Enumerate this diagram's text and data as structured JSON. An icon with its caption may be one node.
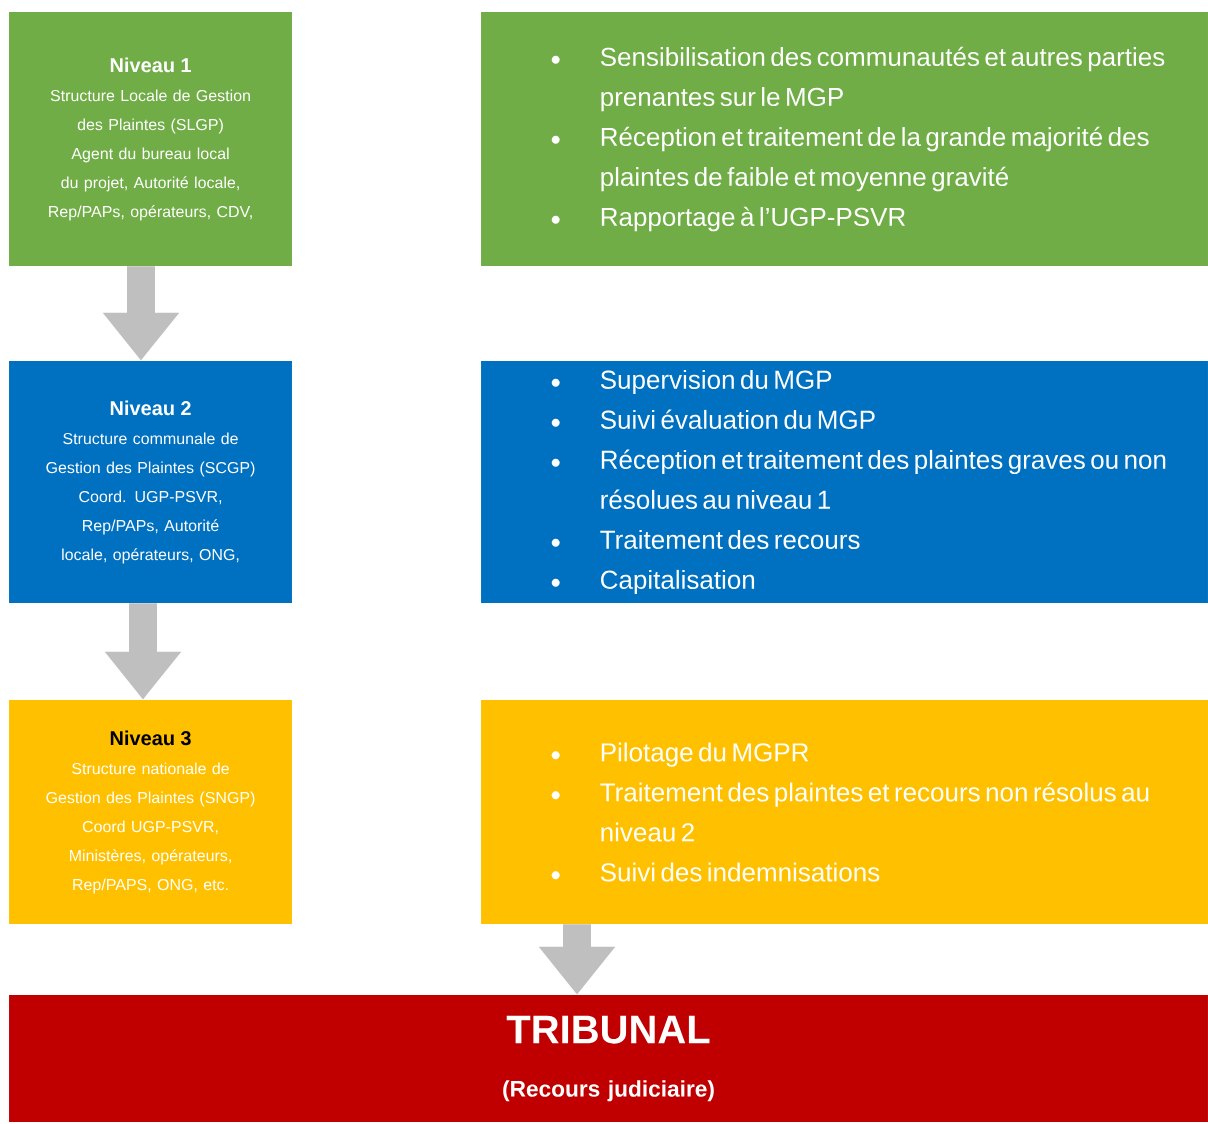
{
  "diagram": {
    "nodes": [
      {
        "text": [
          "Niveau 1",
          "Structure Locale de Gestion des Plaintes (SLGP)",
          "Agent du bureau local du projet, Autorité locale, Rep/PAPs, opérateurs, CDV,"
        ]
      },
      {
        "text": [
          "Sensibilisation des communautés et autres parties prenantes sur le MGP",
          "Réception et traitement de la grande majorité des plaintes de faible et moyenne gravité",
          "Rapportage à l’UGP-PSVR"
        ]
      },
      {
        "text": [
          "Niveau 2",
          "Structure communale de Gestion des Plaintes (SCGP)",
          "Coord. UGP-PSVR, Rep/PAPs, Autorité locale, opérateurs, ONG,"
        ]
      },
      {
        "text": [
          "Supervision du MGP",
          "Suivi évaluation du MGP",
          "Réception et traitement des plaintes graves ou non résolues au niveau 1",
          "Traitement des recours",
          "Capitalisation"
        ]
      },
      {
        "text": [
          "Niveau 3",
          "Structure nationale de Gestion des Plaintes (SNGP)",
          "Coord UGP-PSVR, Ministères, opérateurs, Rep/PAPS, ONG, etc."
        ]
      },
      {
        "text": [
          "Pilotage du MGPR",
          "Traitement des plaintes et recours non résolus au niveau 2",
          "Suivi des indemnisations"
        ]
      },
      {
        "text": [
          "TRIBUNAL",
          "(Recours judiciaire)"
        ]
      }
    ],
    "edges": [
      {
        "from": 0,
        "to": 2,
        "arrow": "to"
      },
      {
        "from": 2,
        "to": 4,
        "arrow": "to"
      },
      {
        "from": 5,
        "to": 6,
        "arrow": "to"
      }
    ]
  }
}
